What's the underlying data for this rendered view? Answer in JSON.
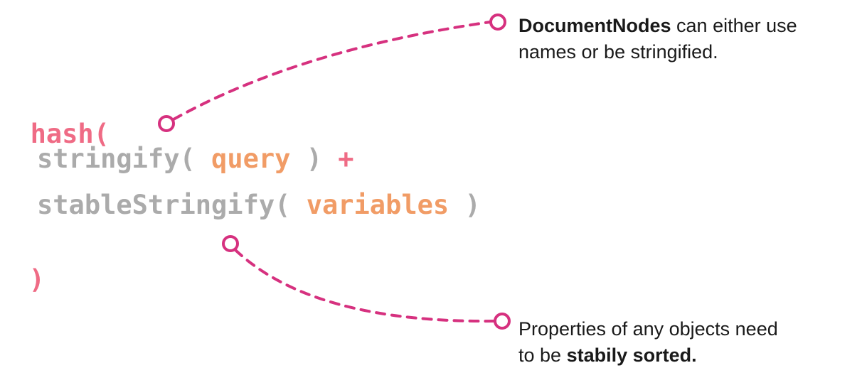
{
  "code": {
    "line1": {
      "fn": "hash("
    },
    "line2": {
      "fn": "stringify(",
      "arg": "query",
      "close": ")",
      "op": "+"
    },
    "line3": {
      "fn": "stableStringify(",
      "arg": "variables",
      "close": ")"
    },
    "line4": {
      "close": ")"
    }
  },
  "annotations": [
    {
      "bold_lead": "DocumentNodes",
      "text": " can either use",
      "line2": "names or be stringified."
    },
    {
      "text": "Properties of any objects need",
      "line2_lead": "to be ",
      "bold_tail": "stabily sorted."
    }
  ],
  "colors": {
    "keyword": "#ef6b85",
    "function": "#ababab",
    "argument": "#f19c66",
    "connector": "#d6317f",
    "text": "#1a1a1a"
  }
}
